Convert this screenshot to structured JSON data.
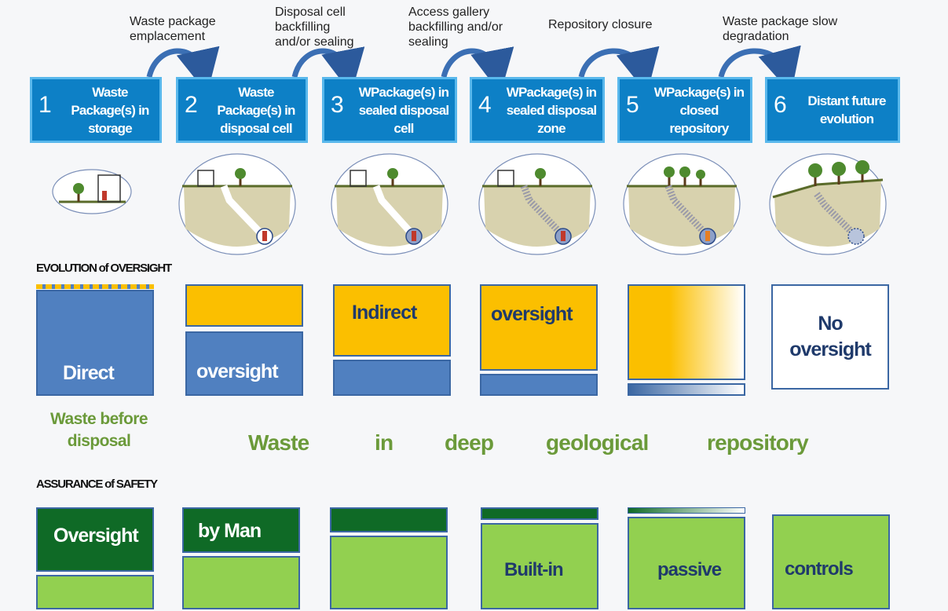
{
  "transitions": [
    {
      "label": "Waste package\nemplacement"
    },
    {
      "label": "Disposal cell\nbackfilling\nand/or sealing"
    },
    {
      "label": "Access gallery\nbackfilling and/or\nsealing"
    },
    {
      "label": "Repository closure"
    },
    {
      "label": "Waste package slow\ndegradation"
    }
  ],
  "stages": [
    {
      "number": "1",
      "label": "Waste Package(s) in storage"
    },
    {
      "number": "2",
      "label": "Waste Package(s) in disposal cell"
    },
    {
      "number": "3",
      "label": "WPackage(s) in sealed disposal cell"
    },
    {
      "number": "4",
      "label": "WPackage(s) in sealed disposal zone"
    },
    {
      "number": "5",
      "label": "WPackage(s) in closed repository"
    },
    {
      "number": "6",
      "label": "Distant future evolution"
    }
  ],
  "oversight": {
    "heading": "EVOLUTION of OVERSIGHT",
    "direct": "Direct",
    "direct_oversight": "oversight",
    "indirect": "Indirect",
    "indirect_oversight": "oversight",
    "no_oversight": "No oversight"
  },
  "waste_location": {
    "before_disposal": "Waste before disposal",
    "repository_words": [
      "Waste",
      "in",
      "deep",
      "geological",
      "repository"
    ]
  },
  "safety": {
    "heading": "ASSURANCE of SAFETY",
    "oversight_word": "Oversight",
    "by_man": "by Man",
    "builtin_words": [
      "Built-in",
      "passive",
      "controls"
    ]
  },
  "colors": {
    "stage_box": "#0d80c6",
    "direct_blue": "#5080c0",
    "indirect_orange": "#fbbf00",
    "dark_green": "#0f6a26",
    "light_green": "#92d050",
    "olive_text": "#6b9a3a",
    "navy_text": "#1f3a6b"
  }
}
